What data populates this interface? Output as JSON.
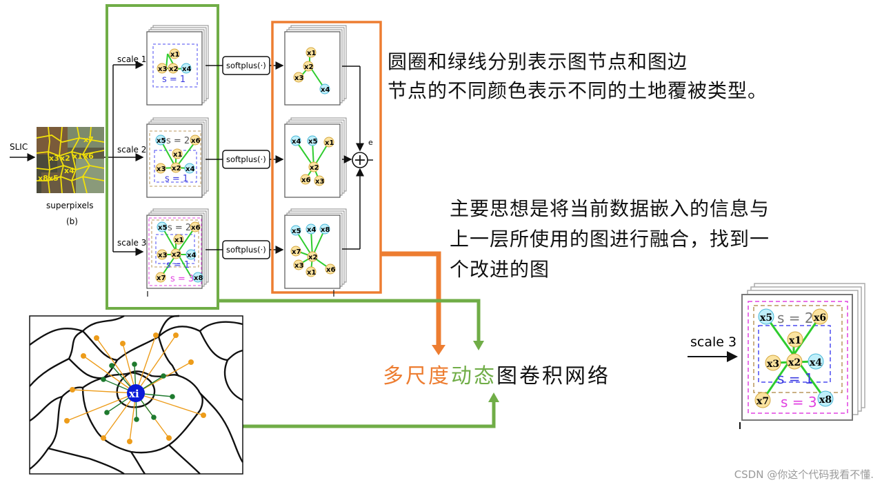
{
  "annotations": {
    "line1": "圆圈和绿线分别表示图节点和图边",
    "line2": "节点的不同颜色表示不同的土地覆被类型。",
    "idea1": "主要思想是将当前数据嵌入的信息与",
    "idea2": "上一层所使用的图进行融合，找到一",
    "idea3": "个改进的图"
  },
  "title": {
    "part1": "多尺度",
    "part2": "动态",
    "part3": "图卷积网络",
    "color1": "#ed7d31",
    "color2": "#70ad47",
    "color3": "#111111"
  },
  "figure": {
    "slic": "SLIC",
    "superpixels": "superpixels",
    "panel": "(b)",
    "scales": [
      "scale 1",
      "scale 2",
      "scale 3"
    ],
    "op": "softplus(·)",
    "s_labels": [
      "s = 1",
      "s = 2",
      "s = 3"
    ],
    "partial": "e",
    "sp_labels": [
      "x7",
      "x3",
      "x2",
      "x1",
      "x6",
      "x4",
      "x8",
      "x5"
    ],
    "nodes": {
      "x1": "x1",
      "x2": "x2",
      "x3": "x3",
      "x4": "x4",
      "x5": "x5",
      "x6": "x6",
      "x7": "x7",
      "x8": "x8"
    },
    "center": "xi",
    "zoom_scale": "scale 3"
  },
  "colors": {
    "green_box": "#70ad47",
    "orange_box": "#ed7d31",
    "node_yellow": "#fbe3a0",
    "node_blue": "#bfeffa",
    "edge": "#2ecc2e"
  },
  "watermark": "CSDN @你这个代码我看不懂."
}
